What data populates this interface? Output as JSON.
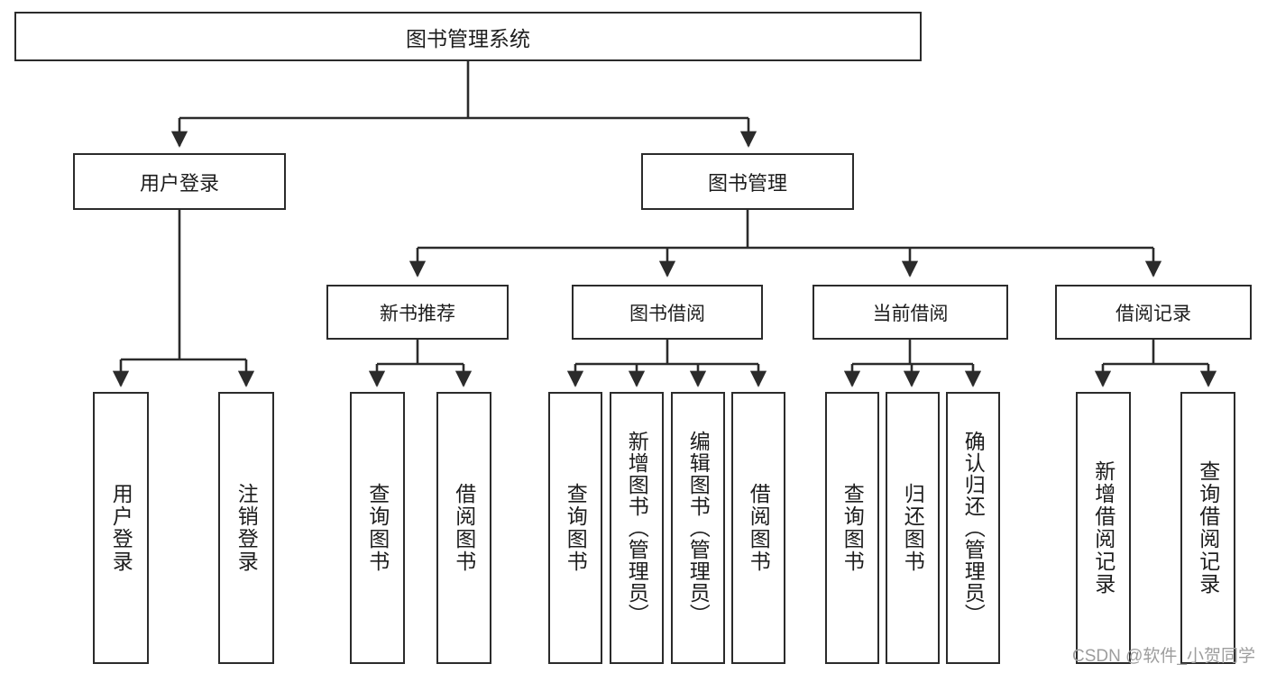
{
  "diagram": {
    "title": "图书管理系统",
    "type": "tree",
    "orientation": "top-down",
    "colors": {
      "box_border": "#2b2b2b",
      "box_fill": "#ffffff",
      "edge": "#2b2b2b",
      "text": "#1d1d1d",
      "watermark": "#9d9d9d",
      "background": "#ffffff"
    },
    "watermark": "CSDN @软件_小贺同学"
  },
  "nodes": {
    "root": {
      "label": "图书管理系统"
    },
    "level2": [
      {
        "label": "用户登录"
      },
      {
        "label": "图书管理"
      }
    ],
    "level3": [
      {
        "label": "新书推荐"
      },
      {
        "label": "图书借阅"
      },
      {
        "label": "当前借阅"
      },
      {
        "label": "借阅记录"
      }
    ],
    "leaves": {
      "user_login": [
        {
          "label": "用户登录"
        },
        {
          "label": "注销登录"
        }
      ],
      "new_book_recommend": [
        {
          "label": "查询图书"
        },
        {
          "label": "借阅图书"
        }
      ],
      "book_borrow": [
        {
          "label": "查询图书"
        },
        {
          "label": "新增图书（管理员）"
        },
        {
          "label": "编辑图书（管理员）"
        },
        {
          "label": "借阅图书"
        }
      ],
      "current_borrow": [
        {
          "label": "查询图书"
        },
        {
          "label": "归还图书"
        },
        {
          "label": "确认归还（管理员）"
        }
      ],
      "borrow_record": [
        {
          "label": "新增借阅记录"
        },
        {
          "label": "查询借阅记录"
        }
      ]
    }
  }
}
